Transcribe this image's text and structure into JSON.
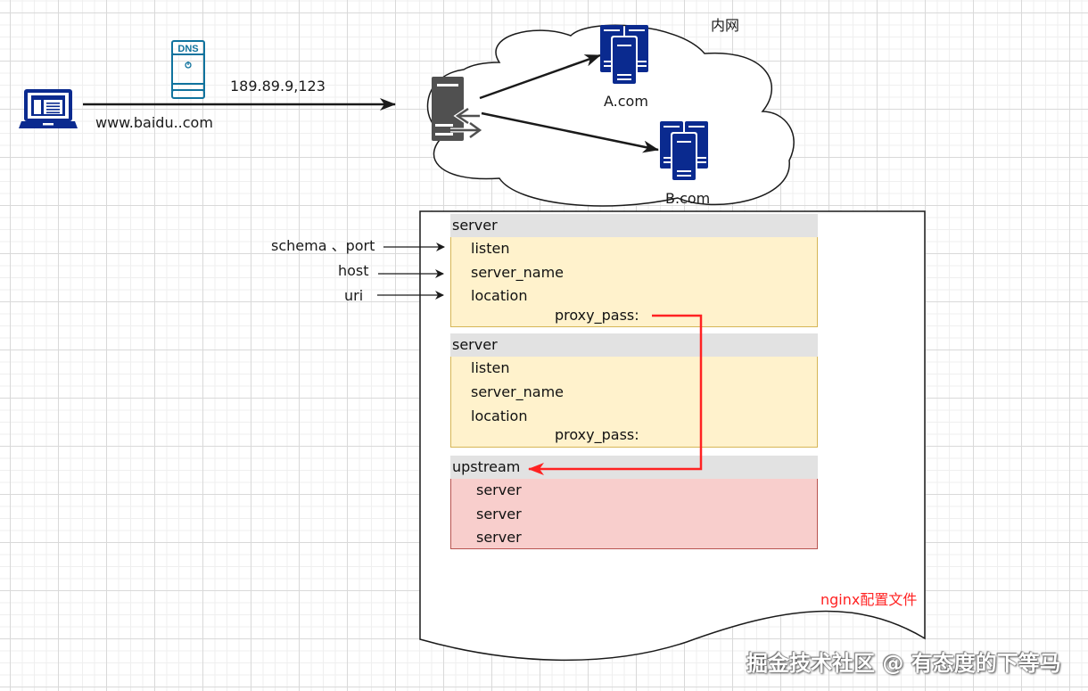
{
  "client": {
    "laptop_icon": "laptop-icon",
    "domain_label": "www.baidu..com"
  },
  "dns": {
    "icon": "dns-server-icon",
    "icon_text": "DNS",
    "resolved_ip": "189.89.9,123"
  },
  "intranet": {
    "label": "内网",
    "proxy_icon": "reverse-proxy-server-icon",
    "servers": [
      {
        "name": "A.com",
        "icon": "server-cluster-icon"
      },
      {
        "name": "B.com",
        "icon": "server-cluster-icon"
      }
    ]
  },
  "request_parts": [
    {
      "label": "schema 、port",
      "target": "listen"
    },
    {
      "label": "host",
      "target": "server_name"
    },
    {
      "label": "uri",
      "target": "location"
    }
  ],
  "nginx_config": {
    "caption": "nginx配置文件",
    "server_blocks": [
      {
        "header": "server",
        "directives": [
          "listen",
          "server_name",
          "location"
        ],
        "nested": "proxy_pass:"
      },
      {
        "header": "server",
        "directives": [
          "listen",
          "server_name",
          "location"
        ],
        "nested": "proxy_pass:"
      }
    ],
    "upstream": {
      "header": "upstream",
      "servers": [
        "server",
        "server",
        "server"
      ]
    }
  },
  "colors": {
    "icon_blue": "#0a2a8f",
    "dns_teal": "#10739e",
    "proxy_gray": "#505050",
    "server_fill": "#fff2cc",
    "server_border": "#d6b656",
    "upstream_fill": "#f8cecc",
    "upstream_border": "#b85450",
    "header_gray": "#e2e2e2",
    "link_red": "#ff2222"
  },
  "watermark": "掘金技术社区 @ 有态度的下等马"
}
